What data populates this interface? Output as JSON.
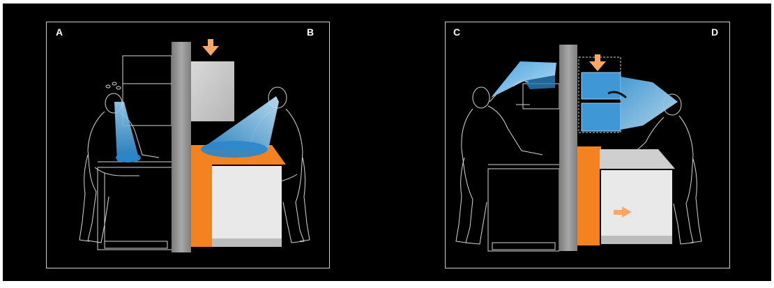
{
  "labels": {
    "a": "A",
    "b": "B",
    "c": "C",
    "d": "D"
  },
  "colors": {
    "background": "#000000",
    "outline": "#d8d8d8",
    "wall": "#8f8f8f",
    "orange": "#f58220",
    "light_panel": "#e6e6e6",
    "blue_light": "#3a9ad9",
    "arrow": "#f7a866"
  },
  "icons": {
    "down_arrow": "arrow-down-icon",
    "right_arrow": "arrow-right-icon"
  }
}
